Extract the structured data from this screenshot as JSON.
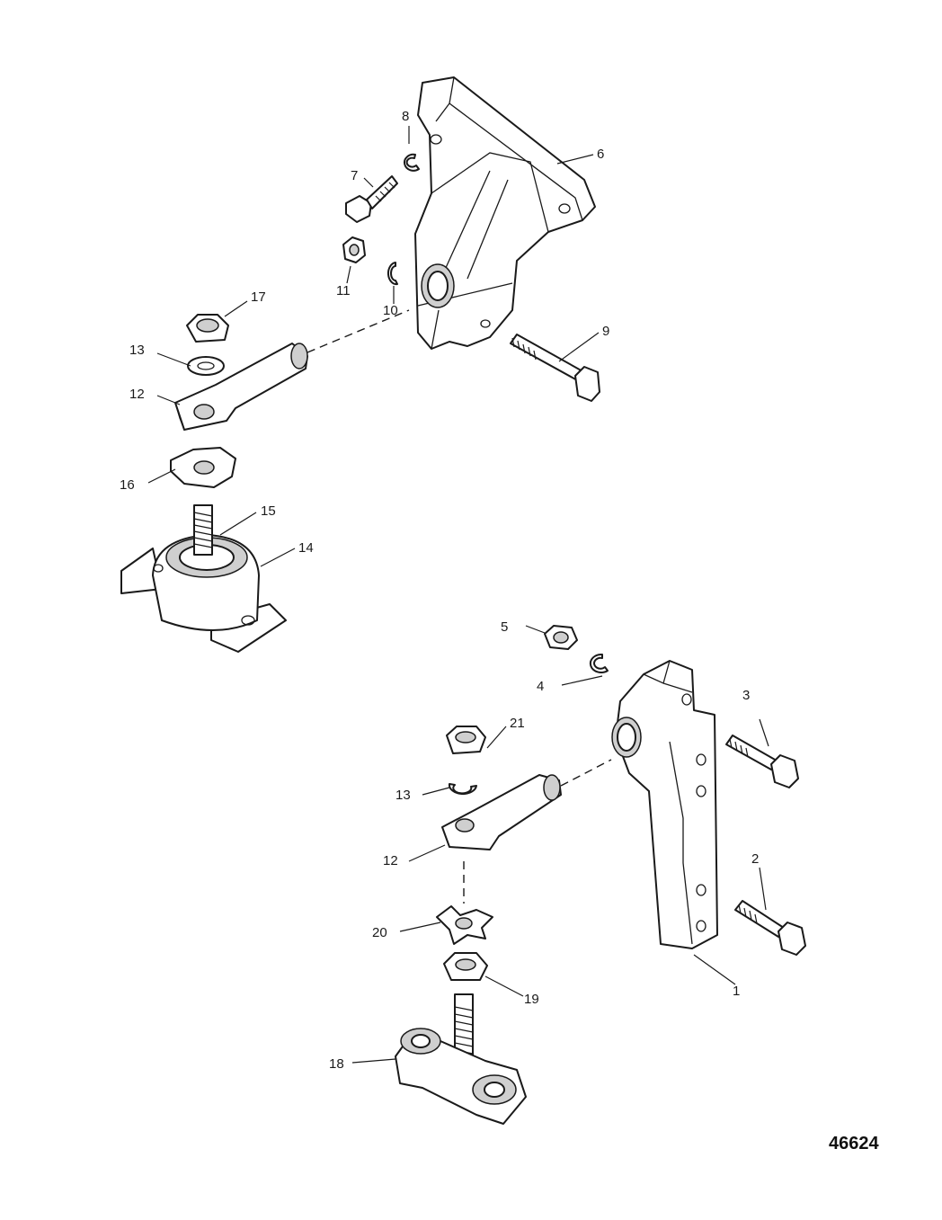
{
  "diagram": {
    "figure_number": "46624",
    "callouts": [
      {
        "key": "c1",
        "label": "1"
      },
      {
        "key": "c2",
        "label": "2"
      },
      {
        "key": "c3",
        "label": "3"
      },
      {
        "key": "c4",
        "label": "4"
      },
      {
        "key": "c5",
        "label": "5"
      },
      {
        "key": "c6",
        "label": "6"
      },
      {
        "key": "c7",
        "label": "7"
      },
      {
        "key": "c8",
        "label": "8"
      },
      {
        "key": "c9",
        "label": "9"
      },
      {
        "key": "c10",
        "label": "10"
      },
      {
        "key": "c11",
        "label": "11"
      },
      {
        "key": "c12a",
        "label": "12"
      },
      {
        "key": "c12b",
        "label": "12"
      },
      {
        "key": "c13a",
        "label": "13"
      },
      {
        "key": "c13b",
        "label": "13"
      },
      {
        "key": "c14",
        "label": "14"
      },
      {
        "key": "c15",
        "label": "15"
      },
      {
        "key": "c16",
        "label": "16"
      },
      {
        "key": "c17",
        "label": "17"
      },
      {
        "key": "c18",
        "label": "18"
      },
      {
        "key": "c19",
        "label": "19"
      },
      {
        "key": "c20",
        "label": "20"
      },
      {
        "key": "c21",
        "label": "21"
      }
    ]
  }
}
